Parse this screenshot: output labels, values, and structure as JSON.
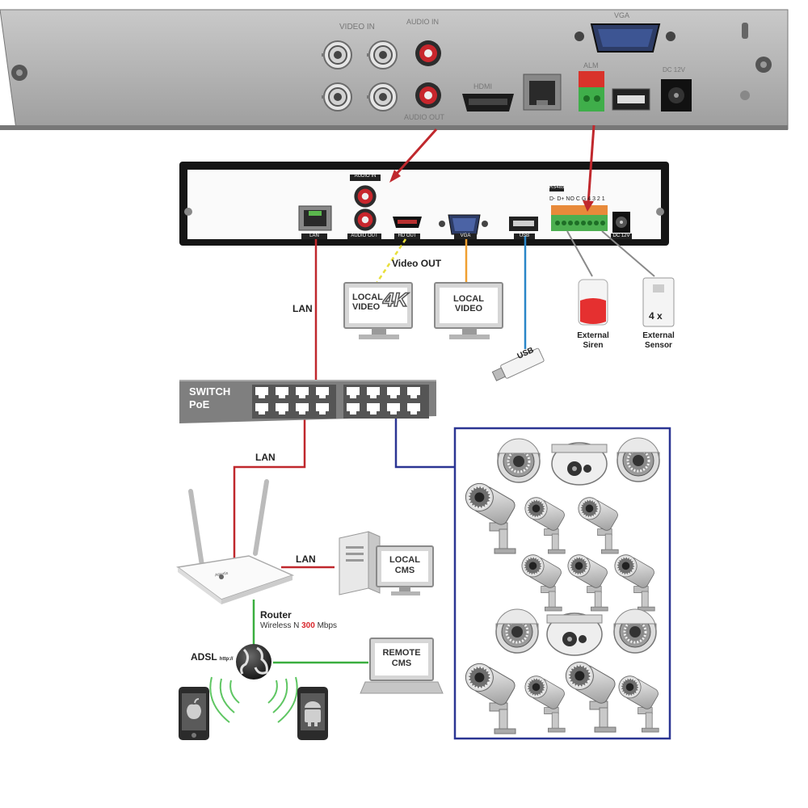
{
  "dvr_top": {
    "port_labels": {
      "video_in": "VIDEO IN",
      "audio_in": "AUDIO IN",
      "audio_out": "AUDIO OUT",
      "hdmi": "HDMI",
      "vga": "VGA",
      "alarm": "ALM",
      "power": "DC 12V"
    }
  },
  "dvr_back": {
    "labels": {
      "audio_in": "AUDIO IN",
      "audio_out": "AUDIO OUT",
      "hd_out": "HD OUT",
      "vga": "VGA",
      "usb": "USB",
      "lan": "LAN",
      "rs485": "RS485",
      "terminal": "D- D+ NO C G 4 3 2 1",
      "power": "DC 12V"
    }
  },
  "connections": {
    "video_out": "Video OUT",
    "lan_top": "LAN",
    "lan_router": "LAN",
    "lan_cms": "LAN"
  },
  "monitors": {
    "local_4k_line1": "LOCAL",
    "local_4k_line2": "VIDEO",
    "local_4k_badge": "4K",
    "local_line1": "LOCAL",
    "local_line2": "VIDEO",
    "local_cms_line1": "LOCAL",
    "local_cms_line2": "CMS",
    "remote_cms_line1": "REMOTE",
    "remote_cms_line2": "CMS"
  },
  "usb": {
    "label": "USB"
  },
  "siren": {
    "line1": "External",
    "line2": "Siren"
  },
  "sensor": {
    "badge": "4 x",
    "line1": "External",
    "line2": "Sensor"
  },
  "switch": {
    "line1": "SWITCH",
    "line2": "PoE"
  },
  "router": {
    "title": "Router",
    "subtitle_prefix": "Wireless N ",
    "subtitle_speed": "300",
    "subtitle_suffix": " Mbps",
    "brand": "Atlantis"
  },
  "internet": {
    "label": "ADSL",
    "label_small": "http://"
  },
  "colors": {
    "lan_red": "#c0282d",
    "poe_blue": "#2b3593",
    "wifi_green": "#3aae3f",
    "video_yellow": "#e8df3a",
    "vga_orange": "#f0a030",
    "usb_blue": "#2a86c8",
    "sensor_gray": "#8a8a8a",
    "speed_red": "#d8262b"
  }
}
